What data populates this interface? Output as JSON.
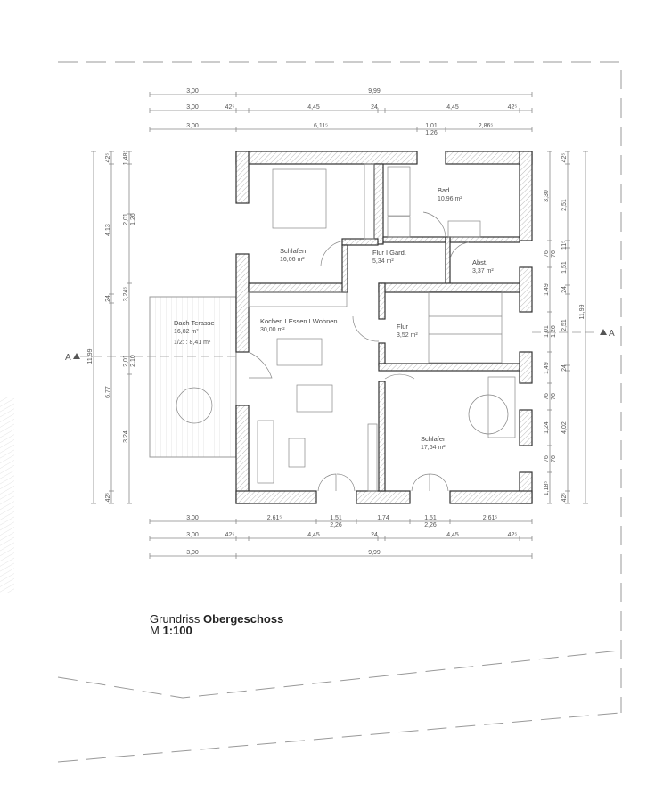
{
  "title": {
    "prefix": "Grundriss",
    "floor": "Obergeschoss",
    "scale_prefix": "M",
    "scale": "1:100"
  },
  "section_marker": "A",
  "rooms": [
    {
      "name": "Schlafen",
      "area": "16,06 m²"
    },
    {
      "name": "Flur I Gard.",
      "area": "5,34 m²"
    },
    {
      "name": "Bad",
      "area": "10,96 m²"
    },
    {
      "name": "Abst.",
      "area": "3,37 m²"
    },
    {
      "name": "Dach Terasse",
      "area": "16,82 m²",
      "note": "1/2: : 8,41 m²"
    },
    {
      "name": "Kochen I Essen I Wohnen",
      "area": "30,00 m²"
    },
    {
      "name": "Flur",
      "area": "3,52 m²"
    },
    {
      "name": "Schlafen",
      "area": "17,64 m²"
    }
  ],
  "dimensions": {
    "top": [
      [
        "3,00",
        "9,99"
      ],
      [
        "3,00",
        "42⁵",
        "4,45",
        "24",
        "4,45",
        "42⁵"
      ],
      [
        "3,00",
        "6,11⁵",
        "1,01",
        "1,26",
        "2,86⁵"
      ]
    ],
    "bottom": [
      [
        "3,00",
        "2,61⁵",
        "1,51",
        "2,26",
        "1,74",
        "1,51",
        "2,26",
        "2,61⁵"
      ],
      [
        "3,00",
        "42⁵",
        "4,45",
        "24",
        "4,45",
        "42⁵"
      ],
      [
        "3,00",
        "9,99"
      ]
    ],
    "left": [
      [
        "11,99"
      ],
      [
        "42⁵",
        "4,13",
        "24",
        "6,77",
        "42⁵"
      ],
      [
        "1,48⁵",
        "2,01",
        "1,26",
        "3,24⁵",
        "2,01",
        "2,10",
        "3,24"
      ]
    ],
    "right": [
      [
        "3,30",
        "76",
        "76",
        "1,49",
        "1,01",
        "1,26",
        "1,49",
        "76",
        "76",
        "1,24",
        "76",
        "76",
        "1,18⁵"
      ],
      [
        "42⁵",
        "2,51",
        "11⁵",
        "1,51",
        "24",
        "2,51",
        "24",
        "4,02",
        "42⁵"
      ],
      [
        "11,99"
      ]
    ]
  }
}
